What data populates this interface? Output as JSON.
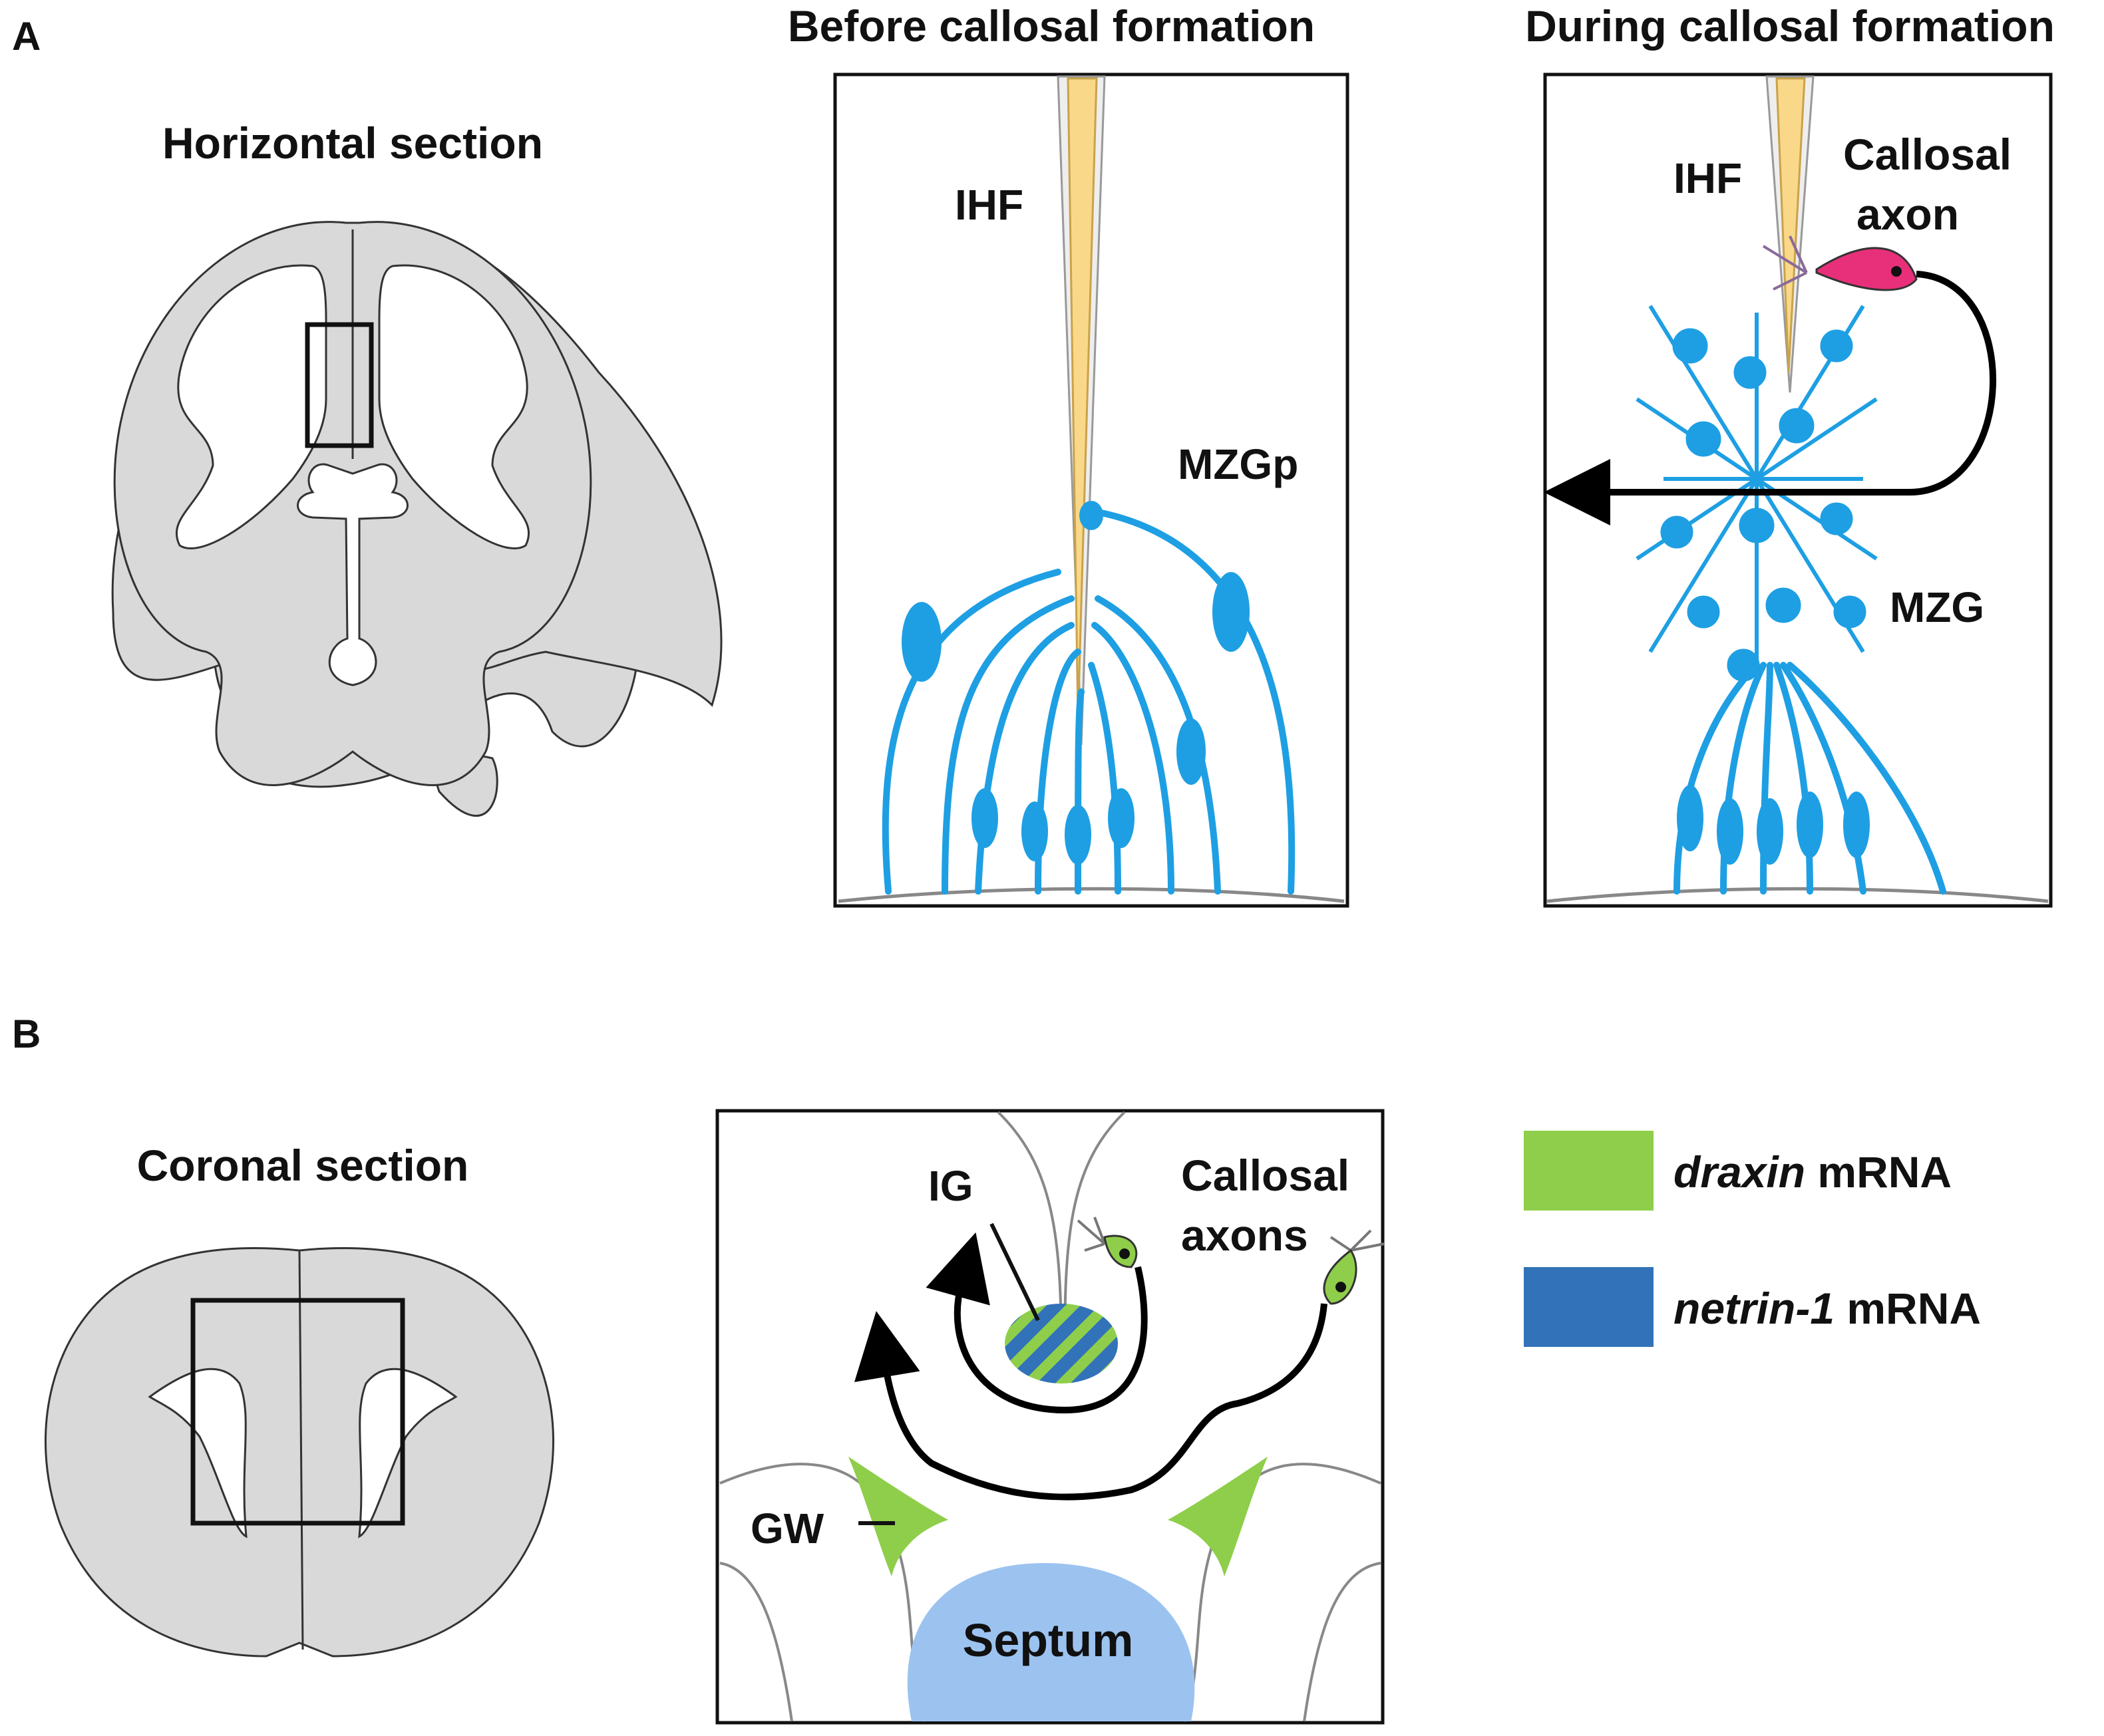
{
  "panel_a": {
    "letter": "A",
    "horizontal_title": "Horizontal section",
    "before_title": "Before callosal formation",
    "during_title": "During callosal formation",
    "ihf_before": "IHF",
    "mzgp": "MZGp",
    "ihf_during": "IHF",
    "callosal_axon_line1": "Callosal",
    "callosal_axon_line2": "axon",
    "mzg": "MZG"
  },
  "panel_b": {
    "letter": "B",
    "coronal_title": "Coronal section",
    "ig": "IG",
    "callosal_axons_line1": "Callosal",
    "callosal_axons_line2": "axons",
    "gw": "GW",
    "septum": "Septum"
  },
  "legend": {
    "items": [
      {
        "gene": "draxin",
        "suffix": " mRNA",
        "color": "#8fce4a"
      },
      {
        "gene": "netrin-1",
        "suffix": " mRNA",
        "color": "#3272b8"
      }
    ]
  },
  "colors": {
    "tissue": "#d9d9d9",
    "glia": "#1e9fe3",
    "fissure_fill": "#fad889",
    "neuron": "#e8307a",
    "septum": "#9cc3f0",
    "draxin": "#8fce4a",
    "netrin": "#3272b8"
  }
}
